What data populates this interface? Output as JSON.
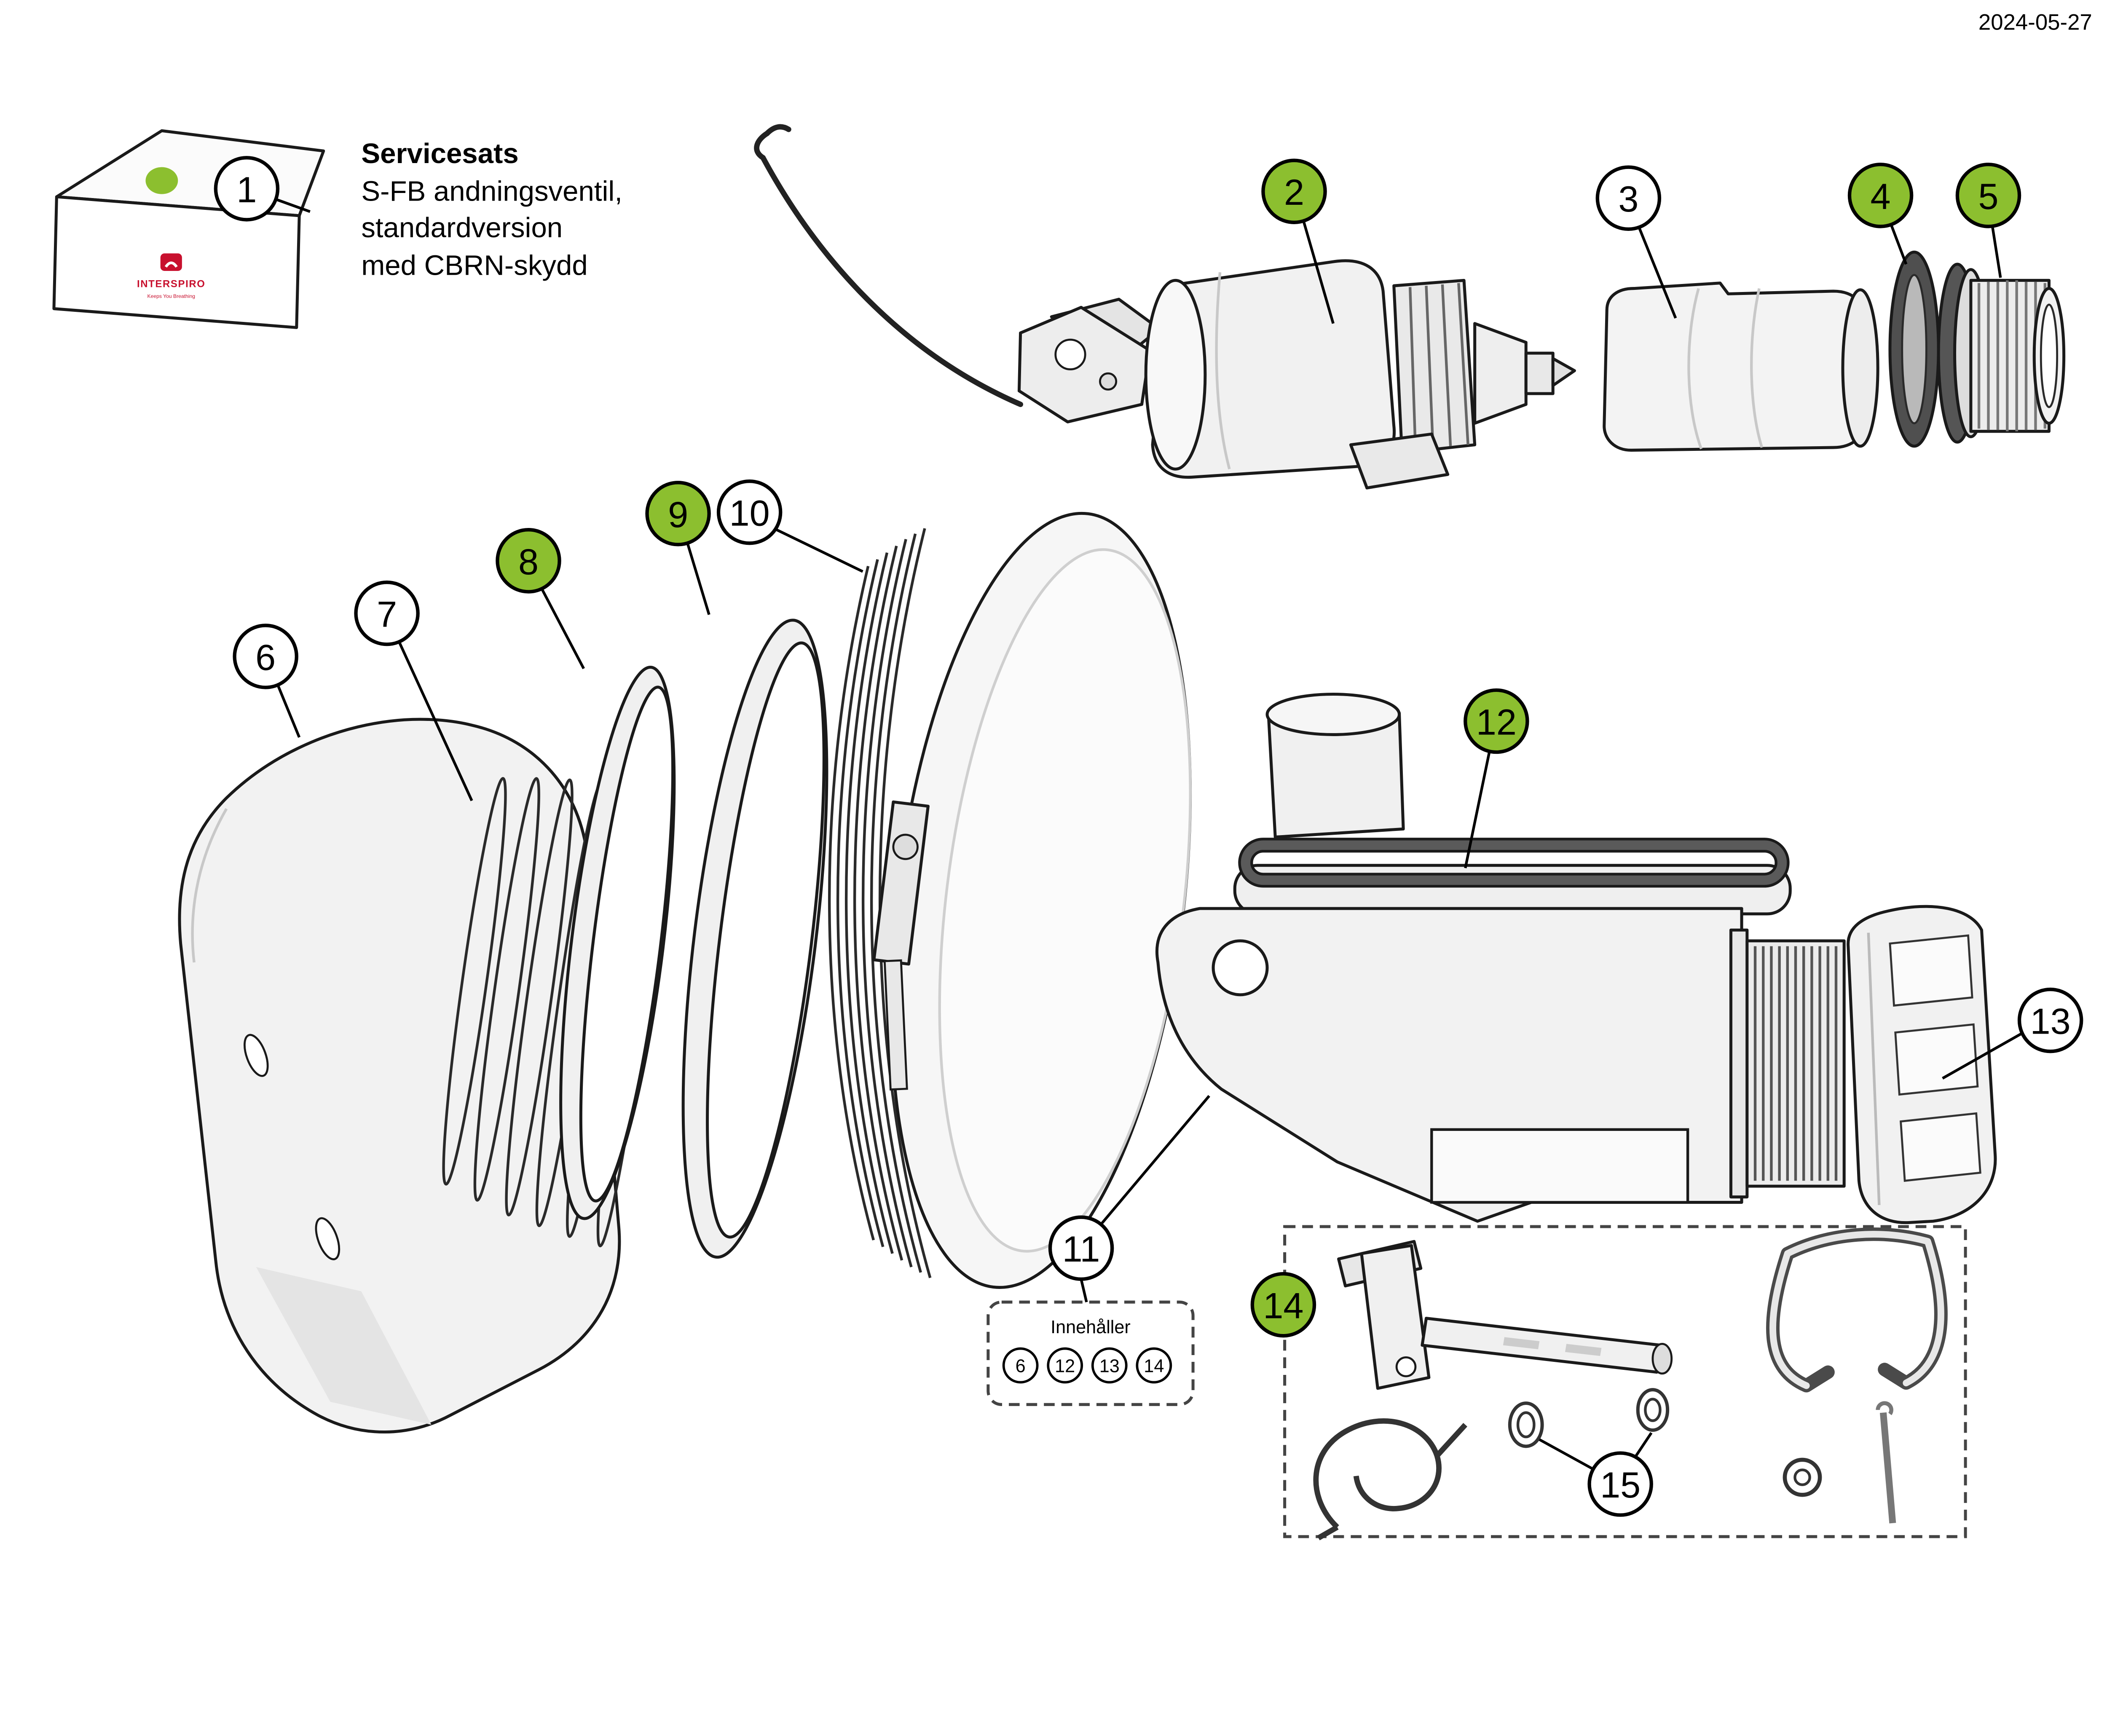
{
  "meta": {
    "date": "2024-05-27"
  },
  "kit_label": {
    "title": "Servicesats",
    "lines": [
      "S-FB andningsventil,",
      "standardversion",
      "med CBRN-skydd"
    ]
  },
  "logo": {
    "brand": "INTERSPIRO",
    "tagline": "Keeps You Breathing"
  },
  "colors": {
    "included_green": "#8CBF2F",
    "reference_white": "#FFFFFF",
    "outline_black": "#1A1A1A",
    "brand_red": "#C8102E",
    "seal_dark_gray": "#5A5A5A"
  },
  "callouts": [
    {
      "label": "1",
      "included": false
    },
    {
      "label": "2",
      "included": true
    },
    {
      "label": "3",
      "included": false
    },
    {
      "label": "4",
      "included": true
    },
    {
      "label": "5",
      "included": true
    },
    {
      "label": "6",
      "included": false
    },
    {
      "label": "7",
      "included": false
    },
    {
      "label": "8",
      "included": true
    },
    {
      "label": "9",
      "included": true
    },
    {
      "label": "10",
      "included": false
    },
    {
      "label": "11",
      "included": false
    },
    {
      "label": "12",
      "included": true
    },
    {
      "label": "13",
      "included": false
    },
    {
      "label": "14",
      "included": true
    },
    {
      "label": "15",
      "included": false
    }
  ],
  "contains_box": {
    "label": "Innehåller",
    "items": [
      "6",
      "12",
      "13",
      "14"
    ]
  }
}
